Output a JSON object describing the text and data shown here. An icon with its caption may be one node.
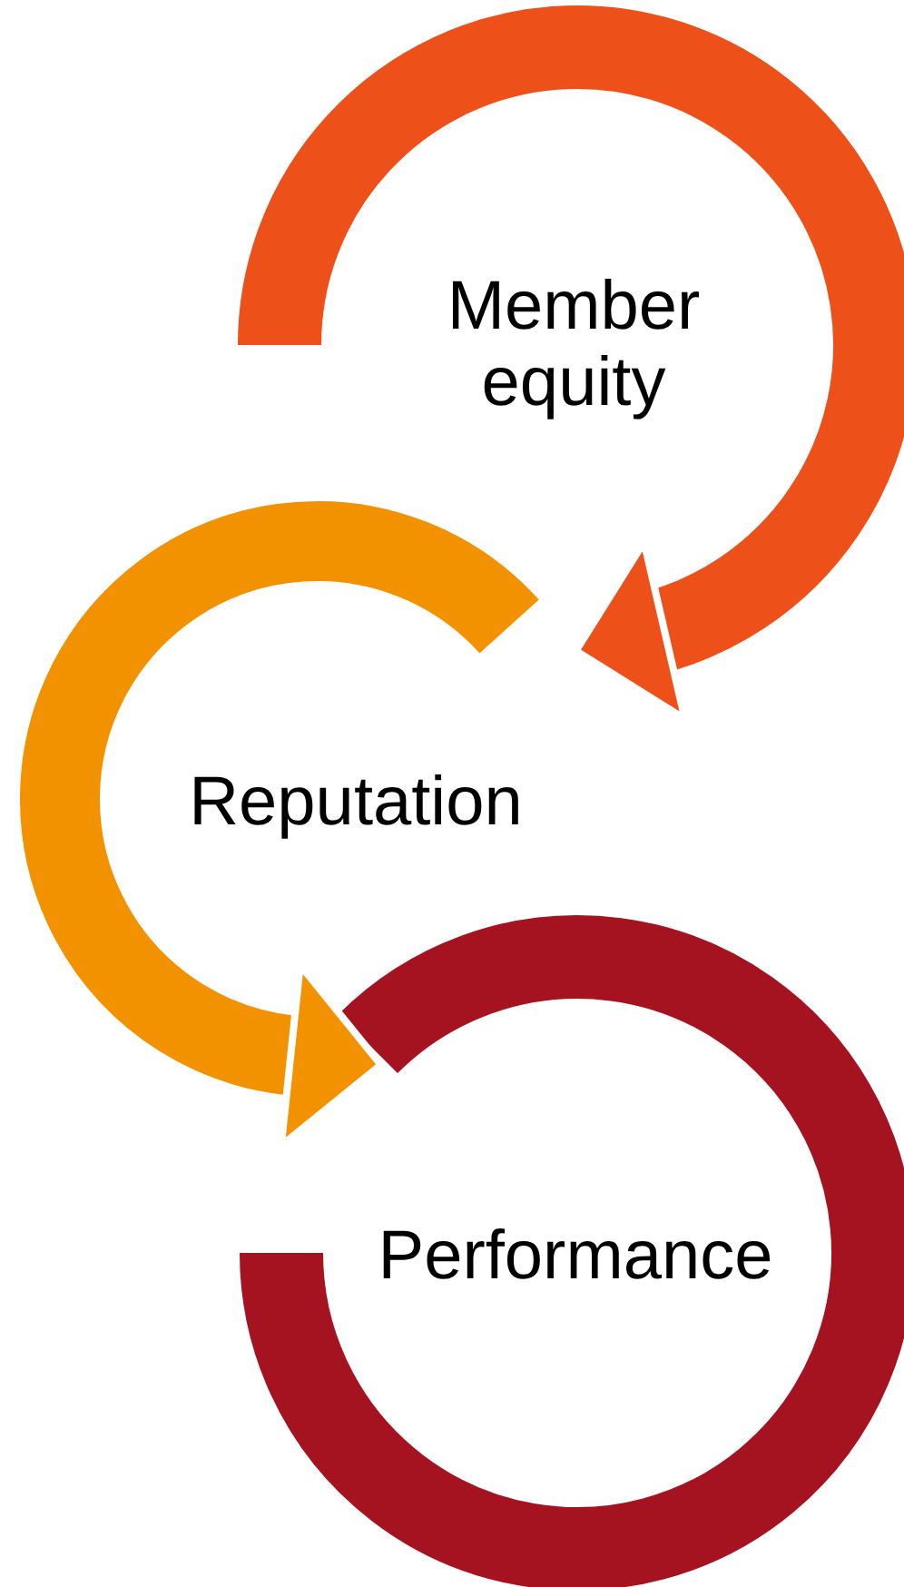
{
  "diagram": {
    "nodes": [
      {
        "text": [
          "Member equity"
        ]
      },
      {
        "text": [
          "Reputation"
        ]
      },
      {
        "text": [
          "Performance"
        ]
      }
    ],
    "edges": [
      {
        "from": 0,
        "to": 1,
        "arrow": "to",
        "color": "#ee5019"
      },
      {
        "from": 1,
        "to": 2,
        "arrow": "to",
        "color": "#f39200"
      }
    ]
  }
}
